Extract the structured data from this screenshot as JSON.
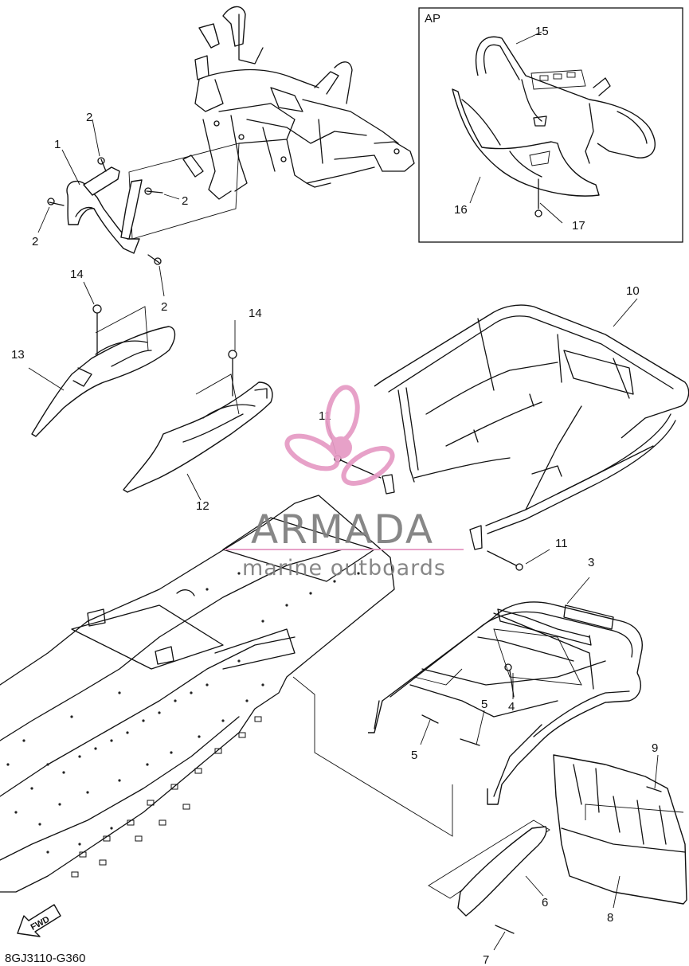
{
  "inset": {
    "label": "AP",
    "callouts": [
      "15",
      "16",
      "17"
    ]
  },
  "callouts": {
    "c1": "1",
    "c2a": "2",
    "c2b": "2",
    "c2c": "2",
    "c2d": "2",
    "c3": "3",
    "c4": "4",
    "c5a": "5",
    "c5b": "5",
    "c6": "6",
    "c7": "7",
    "c8": "8",
    "c9": "9",
    "c10": "10",
    "c11a": "11",
    "c11b": "11",
    "c12": "12",
    "c13": "13",
    "c14a": "14",
    "c14b": "14"
  },
  "fwd_label": "FWD",
  "diagram_code": "8GJ3110-G360",
  "watermark": {
    "brand": "ARMADA",
    "tagline": "marine outboards"
  },
  "colors": {
    "line": "#111111",
    "watermark_pink": "#e59ac4",
    "watermark_gray": "#7d7d7d"
  }
}
